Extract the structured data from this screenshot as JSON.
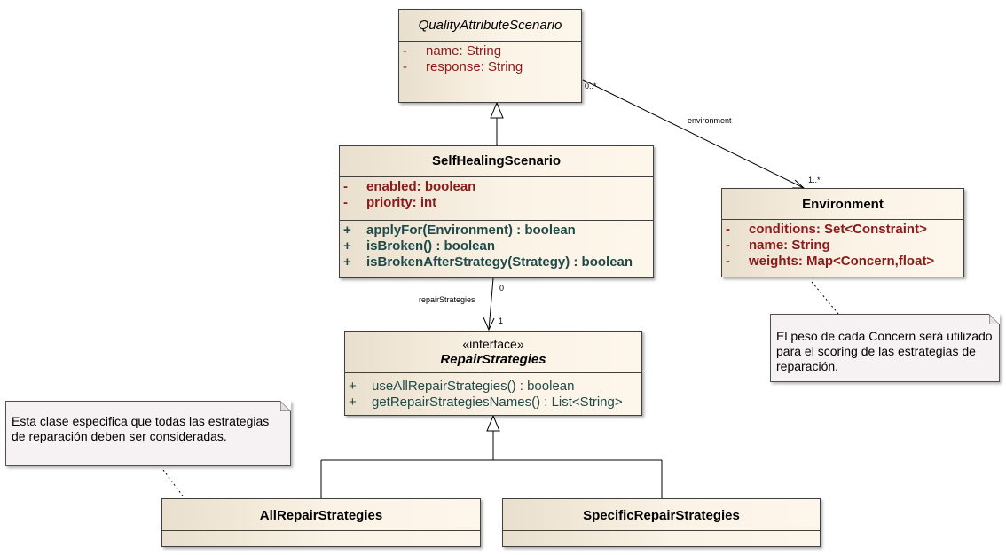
{
  "classes": {
    "qas": {
      "name": "QualityAttributeScenario",
      "attributes": [
        {
          "vis": "-",
          "text": "name:  String"
        },
        {
          "vis": "-",
          "text": "response:  String"
        }
      ]
    },
    "shs": {
      "name": "SelfHealingScenario",
      "attributes": [
        {
          "vis": "-",
          "text": "enabled:  boolean"
        },
        {
          "vis": "-",
          "text": "priority:  int"
        }
      ],
      "operations": [
        {
          "vis": "+",
          "text": "applyFor(Environment) : boolean"
        },
        {
          "vis": "+",
          "text": "isBroken() : boolean"
        },
        {
          "vis": "+",
          "text": "isBrokenAfterStrategy(Strategy) : boolean"
        }
      ]
    },
    "env": {
      "name": "Environment",
      "attributes": [
        {
          "vis": "-",
          "text": "conditions:  Set<Constraint>"
        },
        {
          "vis": "-",
          "text": "name:  String"
        },
        {
          "vis": "-",
          "text": "weights:  Map<Concern,float>"
        }
      ]
    },
    "rs": {
      "stereotype": "«interface»",
      "name": "RepairStrategies",
      "operations": [
        {
          "vis": "+",
          "text": "useAllRepairStrategies() : boolean"
        },
        {
          "vis": "+",
          "text": "getRepairStrategiesNames() : List<String>"
        }
      ]
    },
    "ars": {
      "name": "AllRepairStrategies"
    },
    "srs": {
      "name": "SpecificRepairStrategies"
    }
  },
  "notes": {
    "env_note": "El peso de cada Concern será utilizado para el scoring de las estrategias de reparación.",
    "rs_note": "Esta clase especifica que todas las estrategias de reparación deben ser consideradas."
  },
  "associations": {
    "environment": {
      "label": "environment",
      "source_mult": "0..*",
      "target_mult": "1..*"
    },
    "repair": {
      "label": "repairStrategies",
      "source_mult": "0",
      "target_mult": "1"
    }
  },
  "colors": {
    "attribute_text": "#8b1a1a",
    "operation_text": "#1f4a4a",
    "class_fill": "#fbf3e6",
    "note_fill": "#f6f2f4"
  }
}
